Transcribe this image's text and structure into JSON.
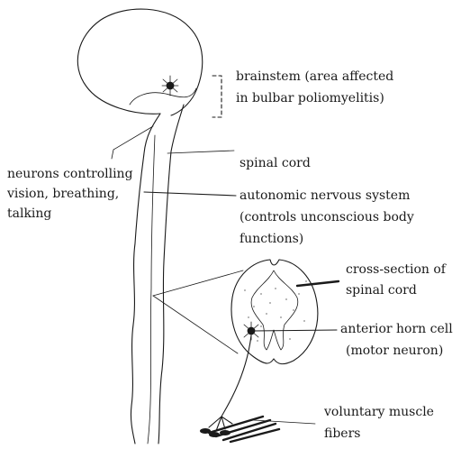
{
  "labels": {
    "brainstem_line1": "brainstem (area affected",
    "brainstem_line2": "in bulbar poliomyelitis)",
    "spinal_cord": "spinal cord",
    "neurons_line1": "neurons controlling",
    "neurons_line2": "vision, breathing,",
    "neurons_line3": "talking",
    "autonomic_line1": "autonomic nervous system",
    "autonomic_line2": "(controls unconscious body",
    "autonomic_line3": "functions)",
    "cross_section_line1": "cross-section of",
    "cross_section_line2": "spinal cord",
    "anterior_line1": "anterior horn cell",
    "anterior_line2": "(motor neuron)",
    "muscle_line1": "voluntary muscle",
    "muscle_line2": "fibers"
  }
}
